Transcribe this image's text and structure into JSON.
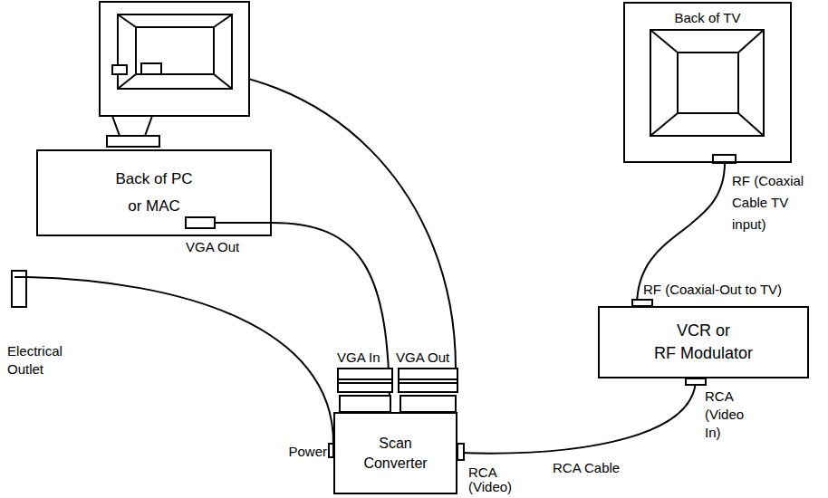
{
  "diagram": {
    "nodes": [
      {
        "text": [
          "Back of TV"
        ]
      },
      {
        "text": [
          "Back of PC or MAC"
        ]
      },
      {
        "text": [
          "Electrical Outlet"
        ]
      },
      {
        "text": [
          "VCR or RF Modulator"
        ]
      },
      {
        "text": [
          "Scan Converter"
        ]
      }
    ],
    "edges": [
      {
        "from": 1,
        "to": 4,
        "arrow": "none"
      },
      {
        "from": 2,
        "to": 4,
        "arrow": "none"
      },
      {
        "from": 4,
        "to": 3,
        "label": "RCA Cable",
        "arrow": "none"
      },
      {
        "from": 3,
        "to": 0,
        "arrow": "none"
      }
    ],
    "labels": [
      "RF (Coaxial Cable TV input)",
      "VGA Out",
      "RF (Coaxial-Out to TV)",
      "VGA In",
      "VGA Out",
      "RCA (Video In)",
      "Power",
      "RCA (Video)"
    ]
  }
}
